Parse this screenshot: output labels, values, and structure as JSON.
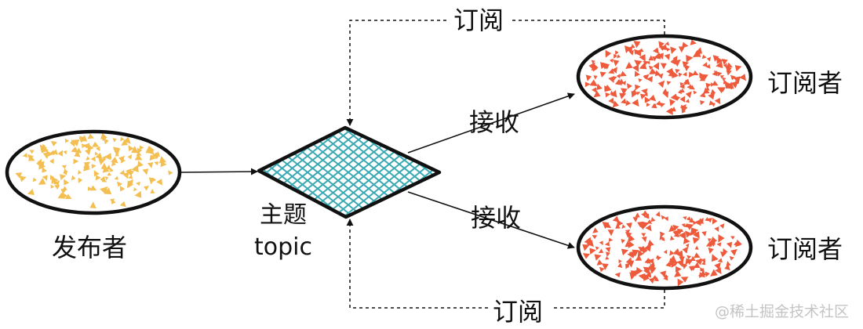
{
  "nodes": {
    "publisher": {
      "label": "发布者",
      "fill": "#f4bf52"
    },
    "topic": {
      "label_cn": "主题",
      "label_en": "topic",
      "fill": "#3aa9b3"
    },
    "subscriber_top": {
      "label": "订阅者",
      "fill": "#ee5a3c"
    },
    "subscriber_bottom": {
      "label": "订阅者",
      "fill": "#ee5a3c"
    }
  },
  "edges": {
    "publish": {
      "from": "publisher",
      "to": "topic",
      "label": ""
    },
    "receive_top": {
      "from": "topic",
      "to": "subscriber_top",
      "label": "接收"
    },
    "receive_bottom": {
      "from": "topic",
      "to": "subscriber_bottom",
      "label": "接收"
    },
    "subscribe_top": {
      "from": "subscriber_top",
      "to": "topic",
      "label": "订阅",
      "style": "dashed"
    },
    "subscribe_bottom": {
      "from": "subscriber_bottom",
      "to": "topic",
      "label": "订阅",
      "style": "dashed"
    }
  },
  "watermark": "@稀土掘金技术社区"
}
